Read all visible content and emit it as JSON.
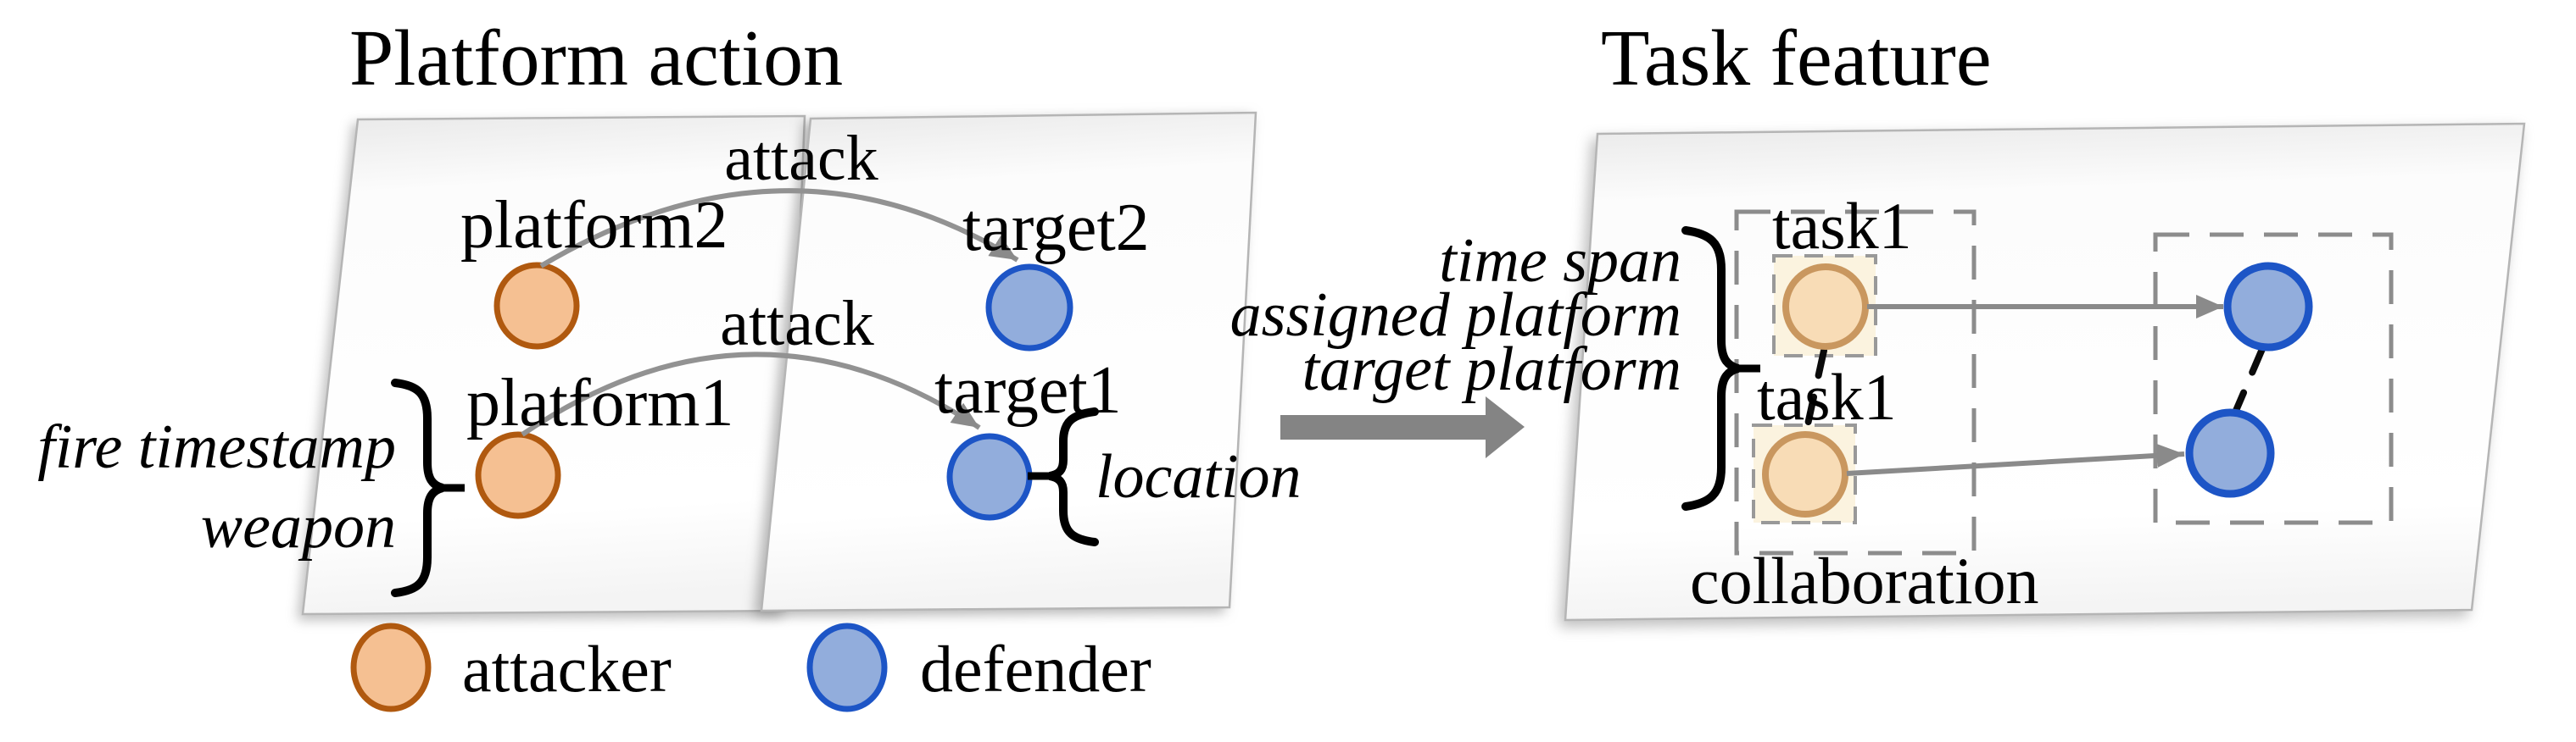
{
  "left_panel": {
    "title": "Platform action",
    "platform2_label": "platform2",
    "platform1_label": "platform1",
    "target2_label": "target2",
    "target1_label": "target1",
    "attack_edge1_label": "attack",
    "attack_edge2_label": "attack",
    "platform_attr_line1": "fire timestamp",
    "platform_attr_line2": "weapon",
    "target_attr": "location"
  },
  "legend": {
    "attacker_label": "attacker",
    "defender_label": "defender"
  },
  "right_panel": {
    "title": "Task feature",
    "attr_line1": "time span",
    "attr_line2": "assigned platform",
    "attr_line3": "target platform",
    "task_a_label": "task1",
    "task_b_label": "task1",
    "collaboration_label": "collaboration"
  },
  "colors": {
    "attacker_fill": "#F5C092",
    "attacker_stroke": "#B0590F",
    "defender_fill": "#92ADDC",
    "defender_stroke": "#1D55C6",
    "task_node_fill": "#F8DCB6",
    "task_node_stroke": "#C9975F",
    "task_box_fill": "#FBF3DF",
    "arrow_gray": "#848484",
    "dash_box_gray": "#8C8C8C",
    "panel_border": "#B5B5B5"
  }
}
